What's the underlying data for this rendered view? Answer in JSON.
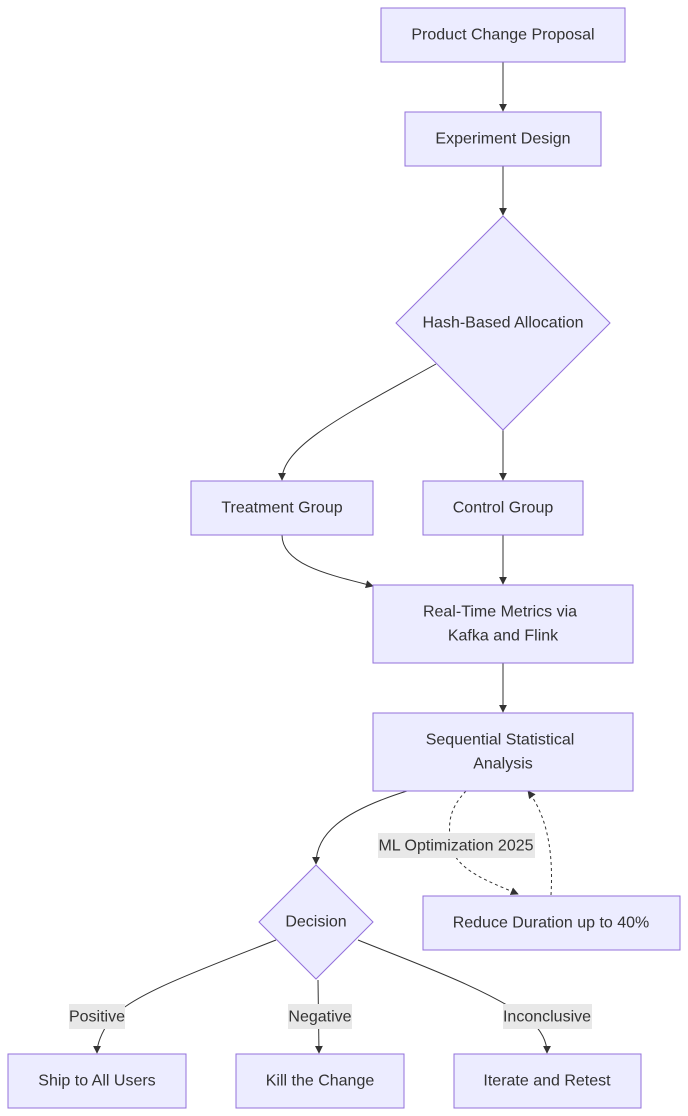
{
  "nodes": {
    "proposal": {
      "label": "Product Change Proposal"
    },
    "design": {
      "label": "Experiment Design"
    },
    "allocation": {
      "label": "Hash-Based Allocation"
    },
    "treatment": {
      "label": "Treatment Group"
    },
    "control": {
      "label": "Control Group"
    },
    "metrics": {
      "line1": "Real-Time Metrics via",
      "line2": "Kafka and Flink"
    },
    "analysis": {
      "line1": "Sequential Statistical",
      "line2": "Analysis"
    },
    "decision": {
      "label": "Decision"
    },
    "reduce": {
      "label": "Reduce Duration up to 40%"
    },
    "ship": {
      "label": "Ship to All Users"
    },
    "kill": {
      "label": "Kill the Change"
    },
    "iterate": {
      "label": "Iterate and Retest"
    }
  },
  "edge_labels": {
    "ml": "ML Optimization 2025",
    "positive": "Positive",
    "negative": "Negative",
    "inconclusive": "Inconclusive"
  },
  "colors": {
    "node_fill": "#ECECFF",
    "node_stroke": "#9370DB",
    "edge": "#333333",
    "label_bg": "#E8E8E8",
    "text": "#333333"
  }
}
